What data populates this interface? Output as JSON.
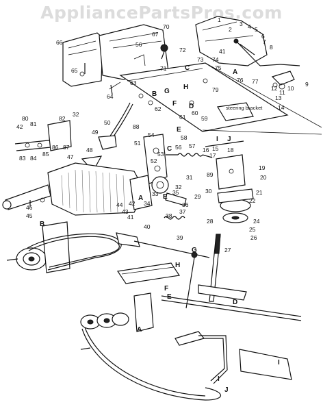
{
  "watermark": "AppliancePartsPros.com",
  "callouts": {
    "c1": "1",
    "c2": "2",
    "c3": "3",
    "c4": "4",
    "c5": "5",
    "c6": "6",
    "c7": "7",
    "c8": "8",
    "c9": "9",
    "c10": "10",
    "c11": "11",
    "c12": "12",
    "c13": "13",
    "c14": "14",
    "c15": "15",
    "c16": "16",
    "c17": "17",
    "c18": "18",
    "c19": "19",
    "c20": "20",
    "c21": "21",
    "c22": "22",
    "c24": "24",
    "c25": "25",
    "c26": "26",
    "c27": "27",
    "c28": "28",
    "c29": "29",
    "c30": "30",
    "c31": "31",
    "c32": "32",
    "c32b": "32",
    "c33": "33",
    "c34": "34",
    "c35": "35",
    "c36": "36",
    "c37": "37",
    "c38": "38",
    "c39": "39",
    "c40": "40",
    "c41": "41",
    "c41b": "41",
    "c42": "42",
    "c42b": "42",
    "c43": "43",
    "c44": "44",
    "c45": "45",
    "c46": "46",
    "c47": "47",
    "c48": "48",
    "c49": "49",
    "c50": "50",
    "c51": "51",
    "c52": "52",
    "c53": "53",
    "c54": "54",
    "c56": "56",
    "c56b": "56",
    "c57": "57",
    "c58": "58",
    "c59": "59",
    "c60": "60",
    "c61": "61",
    "c62": "62",
    "c63": "63",
    "c64": "64",
    "c65": "65",
    "c66": "66",
    "c67": "67",
    "c70": "70",
    "c71": "71",
    "c72": "72",
    "c73": "73",
    "c74": "74",
    "c75": "75",
    "c76": "76",
    "c77": "77",
    "c79": "79",
    "c80": "80",
    "c81": "81",
    "c82": "82",
    "c83": "83",
    "c84": "84",
    "c85": "85",
    "c86": "86",
    "c87": "87",
    "c88": "88",
    "c89": "89"
  },
  "letters": {
    "A1": "A",
    "A2": "A",
    "A3": "A",
    "B1": "B",
    "B2": "B",
    "C1": "C",
    "C2": "C",
    "D1": "D",
    "D2": "D",
    "E1": "E",
    "E2": "E",
    "E3": "E",
    "F1": "F",
    "F2": "F",
    "G1": "G",
    "G2": "G",
    "H1": "H",
    "H2": "H",
    "I1": "I",
    "I2": "I",
    "I3": "I",
    "J1": "J",
    "J2": "J"
  },
  "notes": {
    "steering_bracket": "steering bracket"
  }
}
